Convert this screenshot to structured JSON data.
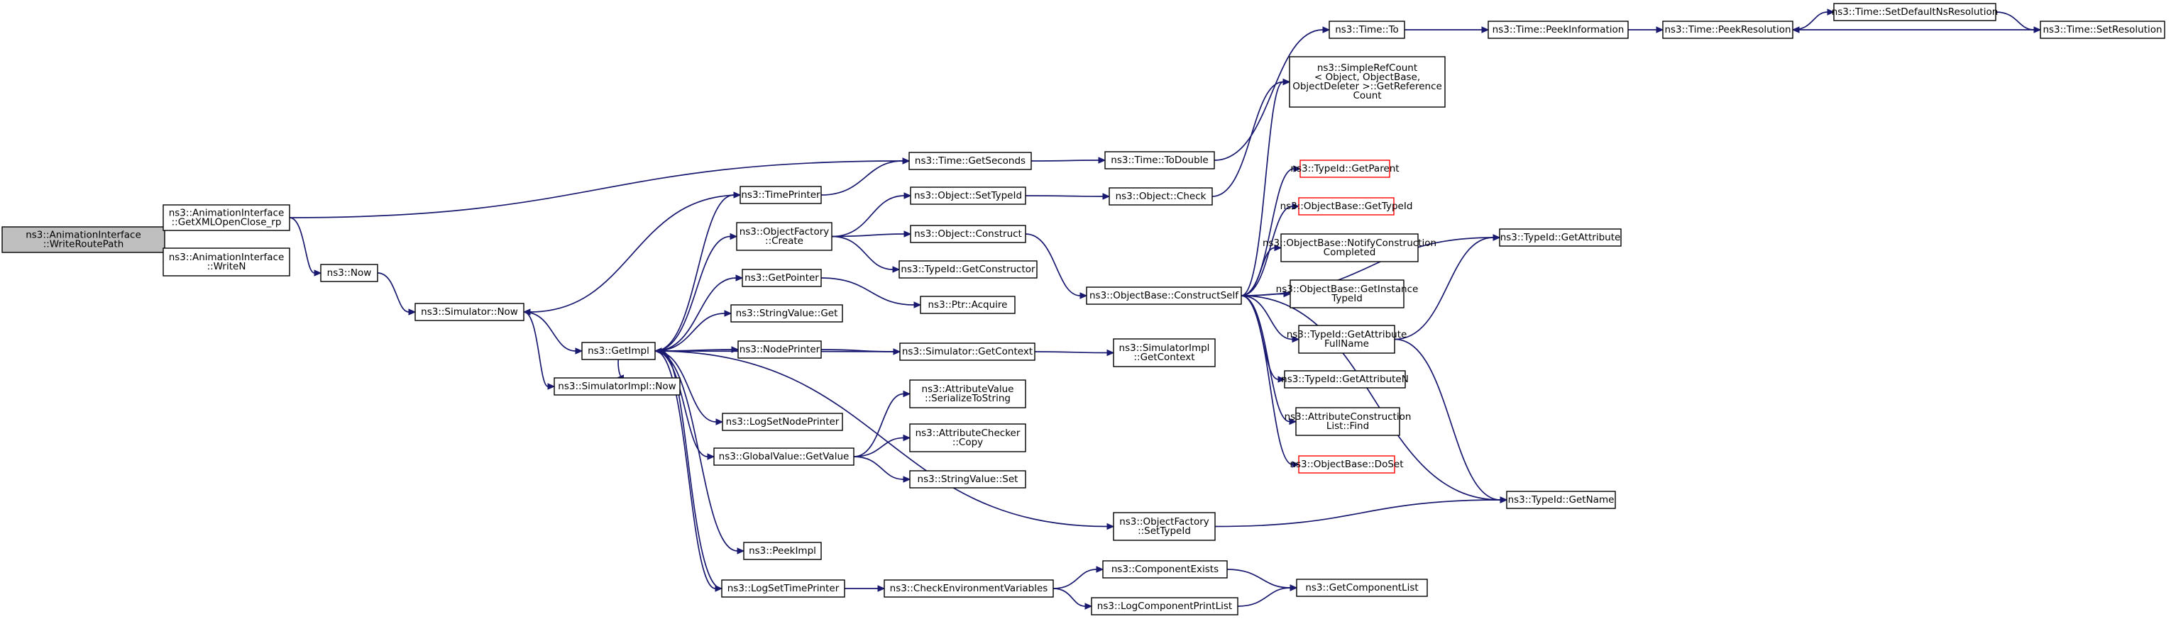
{
  "nodes": [
    {
      "id": "writeroutepath",
      "lines": [
        "ns3::AnimationInterface",
        "::WriteRoutePath"
      ],
      "style": "root"
    },
    {
      "id": "getxmlopenclose",
      "lines": [
        "ns3::AnimationInterface",
        "::GetXMLOpenClose_rp"
      ]
    },
    {
      "id": "writen",
      "lines": [
        "ns3::AnimationInterface",
        "::WriteN"
      ]
    },
    {
      "id": "now",
      "lines": [
        "ns3::Now"
      ]
    },
    {
      "id": "simulator_now",
      "lines": [
        "ns3::Simulator::Now"
      ]
    },
    {
      "id": "simulatorimpl_now",
      "lines": [
        "ns3::SimulatorImpl::Now"
      ]
    },
    {
      "id": "getimpl",
      "lines": [
        "ns3::GetImpl"
      ]
    },
    {
      "id": "timeprinter",
      "lines": [
        "ns3::TimePrinter"
      ]
    },
    {
      "id": "objectfactory_create",
      "lines": [
        "ns3::ObjectFactory",
        "::Create"
      ]
    },
    {
      "id": "getpointer",
      "lines": [
        "ns3::GetPointer"
      ]
    },
    {
      "id": "stringvalue_get",
      "lines": [
        "ns3::StringValue::Get"
      ]
    },
    {
      "id": "nodeprinter",
      "lines": [
        "ns3::NodePrinter"
      ]
    },
    {
      "id": "logsetnodeprinter",
      "lines": [
        "ns3::LogSetNodePrinter"
      ]
    },
    {
      "id": "globalvalue_getvalue",
      "lines": [
        "ns3::GlobalValue::GetValue"
      ]
    },
    {
      "id": "peekimpl",
      "lines": [
        "ns3::PeekImpl"
      ]
    },
    {
      "id": "logsettimeprinter",
      "lines": [
        "ns3::LogSetTimePrinter"
      ]
    },
    {
      "id": "time_getseconds",
      "lines": [
        "ns3::Time::GetSeconds"
      ]
    },
    {
      "id": "object_settypeid",
      "lines": [
        "ns3::Object::SetTypeId"
      ]
    },
    {
      "id": "object_construct",
      "lines": [
        "ns3::Object::Construct"
      ]
    },
    {
      "id": "typeid_getconstructor",
      "lines": [
        "ns3::TypeId::GetConstructor"
      ]
    },
    {
      "id": "ptr_acquire",
      "lines": [
        "ns3::Ptr::Acquire"
      ]
    },
    {
      "id": "simulator_getcontext",
      "lines": [
        "ns3::Simulator::GetContext"
      ]
    },
    {
      "id": "attributevalue_serialize",
      "lines": [
        "ns3::AttributeValue",
        "::SerializeToString"
      ]
    },
    {
      "id": "attributechecker_copy",
      "lines": [
        "ns3::AttributeChecker",
        "::Copy"
      ]
    },
    {
      "id": "stringvalue_set",
      "lines": [
        "ns3::StringValue::Set"
      ]
    },
    {
      "id": "objectfactory_settypeid",
      "lines": [
        "ns3::ObjectFactory",
        "::SetTypeId"
      ]
    },
    {
      "id": "checkenvvars",
      "lines": [
        "ns3::CheckEnvironmentVariables"
      ]
    },
    {
      "id": "time_todouble",
      "lines": [
        "ns3::Time::ToDouble"
      ]
    },
    {
      "id": "object_check",
      "lines": [
        "ns3::Object::Check"
      ]
    },
    {
      "id": "simulatorimpl_getcontext",
      "lines": [
        "ns3::SimulatorImpl",
        "::GetContext"
      ]
    },
    {
      "id": "componentexists",
      "lines": [
        "ns3::ComponentExists"
      ]
    },
    {
      "id": "logcomponentprintlist",
      "lines": [
        "ns3::LogComponentPrintList"
      ]
    },
    {
      "id": "time_to",
      "lines": [
        "ns3::Time::To"
      ]
    },
    {
      "id": "simplerefcount",
      "lines": [
        "ns3::SimpleRefCount",
        "< Object, ObjectBase,",
        "ObjectDeleter >::GetReference",
        "Count"
      ]
    },
    {
      "id": "objectbase_constructself",
      "lines": [
        "ns3::ObjectBase::ConstructSelf"
      ]
    },
    {
      "id": "typeid_getparent",
      "lines": [
        "ns3::TypeId::GetParent"
      ],
      "style": "red"
    },
    {
      "id": "objectbase_gettypeid",
      "lines": [
        "ns3::ObjectBase::GetTypeId"
      ],
      "style": "red"
    },
    {
      "id": "objectbase_notify",
      "lines": [
        "ns3::ObjectBase::NotifyConstruction",
        "Completed"
      ]
    },
    {
      "id": "objectbase_getinstancetypeid",
      "lines": [
        "ns3::ObjectBase::GetInstance",
        "TypeId"
      ]
    },
    {
      "id": "typeid_getattributefullname",
      "lines": [
        "ns3::TypeId::GetAttribute",
        "FullName"
      ]
    },
    {
      "id": "typeid_getattributen",
      "lines": [
        "ns3::TypeId::GetAttributeN"
      ]
    },
    {
      "id": "attributeconstructionlist_find",
      "lines": [
        "ns3::AttributeConstruction",
        "List::Find"
      ]
    },
    {
      "id": "objectbase_doset",
      "lines": [
        "ns3::ObjectBase::DoSet"
      ],
      "style": "red"
    },
    {
      "id": "getcomponentlist",
      "lines": [
        "ns3::GetComponentList"
      ]
    },
    {
      "id": "time_peekinformation",
      "lines": [
        "ns3::Time::PeekInformation"
      ]
    },
    {
      "id": "time_peekresolution",
      "lines": [
        "ns3::Time::PeekResolution"
      ]
    },
    {
      "id": "time_setdefaultnsresolution",
      "lines": [
        "ns3::Time::SetDefaultNsResolution"
      ]
    },
    {
      "id": "time_setresolution",
      "lines": [
        "ns3::Time::SetResolution"
      ]
    },
    {
      "id": "typeid_getattribute",
      "lines": [
        "ns3::TypeId::GetAttribute"
      ]
    },
    {
      "id": "typeid_getname",
      "lines": [
        "ns3::TypeId::GetName"
      ]
    }
  ],
  "edges": [
    [
      "writeroutepath",
      "getxmlopenclose"
    ],
    [
      "writeroutepath",
      "writen"
    ],
    [
      "getxmlopenclose",
      "time_getseconds"
    ],
    [
      "getxmlopenclose",
      "now"
    ],
    [
      "now",
      "simulator_now"
    ],
    [
      "simulator_now",
      "getimpl"
    ],
    [
      "simulator_now",
      "simulatorimpl_now"
    ],
    [
      "getimpl",
      "timeprinter"
    ],
    [
      "getimpl",
      "objectfactory_create"
    ],
    [
      "getimpl",
      "getpointer"
    ],
    [
      "getimpl",
      "stringvalue_get"
    ],
    [
      "getimpl",
      "nodeprinter"
    ],
    [
      "getimpl",
      "logsetnodeprinter"
    ],
    [
      "getimpl",
      "globalvalue_getvalue"
    ],
    [
      "getimpl",
      "objectfactory_settypeid"
    ],
    [
      "getimpl",
      "peekimpl"
    ],
    [
      "getimpl",
      "logsettimeprinter"
    ],
    [
      "getimpl",
      "simulatorimpl_now"
    ],
    [
      "timeprinter",
      "simulator_now"
    ],
    [
      "timeprinter",
      "time_getseconds"
    ],
    [
      "objectfactory_create",
      "object_settypeid"
    ],
    [
      "objectfactory_create",
      "object_construct"
    ],
    [
      "objectfactory_create",
      "typeid_getconstructor"
    ],
    [
      "getpointer",
      "ptr_acquire"
    ],
    [
      "nodeprinter",
      "simulator_getcontext"
    ],
    [
      "simulator_getcontext",
      "getimpl"
    ],
    [
      "simulator_getcontext",
      "simulatorimpl_getcontext"
    ],
    [
      "logsetnodeprinter",
      "logsetnodeprinter"
    ],
    [
      "globalvalue_getvalue",
      "attributevalue_serialize"
    ],
    [
      "globalvalue_getvalue",
      "attributechecker_copy"
    ],
    [
      "globalvalue_getvalue",
      "stringvalue_set"
    ],
    [
      "logsettimeprinter",
      "checkenvvars"
    ],
    [
      "logsettimeprinter",
      "getimpl"
    ],
    [
      "time_getseconds",
      "time_todouble"
    ],
    [
      "object_settypeid",
      "object_check"
    ],
    [
      "object_construct",
      "objectbase_constructself"
    ],
    [
      "objectfactory_settypeid",
      "typeid_getname"
    ],
    [
      "checkenvvars",
      "componentexists"
    ],
    [
      "checkenvvars",
      "logcomponentprintlist"
    ],
    [
      "time_todouble",
      "time_to"
    ],
    [
      "object_check",
      "simplerefcount"
    ],
    [
      "componentexists",
      "getcomponentlist"
    ],
    [
      "logcomponentprintlist",
      "getcomponentlist"
    ],
    [
      "time_to",
      "time_peekinformation"
    ],
    [
      "time_peekinformation",
      "time_peekresolution"
    ],
    [
      "time_peekresolution",
      "time_setdefaultnsresolution"
    ],
    [
      "time_setdefaultnsresolution",
      "time_setresolution"
    ],
    [
      "time_setresolution",
      "time_peekresolution"
    ],
    [
      "objectbase_constructself",
      "typeid_getparent"
    ],
    [
      "objectbase_constructself",
      "objectbase_gettypeid"
    ],
    [
      "objectbase_constructself",
      "objectbase_notify"
    ],
    [
      "objectbase_constructself",
      "objectbase_getinstancetypeid"
    ],
    [
      "objectbase_constructself",
      "typeid_getattributefullname"
    ],
    [
      "objectbase_constructself",
      "typeid_getattributen"
    ],
    [
      "objectbase_constructself",
      "attributeconstructionlist_find"
    ],
    [
      "objectbase_constructself",
      "objectbase_doset"
    ],
    [
      "objectbase_constructself",
      "typeid_getattribute"
    ],
    [
      "objectbase_constructself",
      "typeid_getname"
    ],
    [
      "objectbase_constructself",
      "simplerefcount"
    ],
    [
      "typeid_getattributefullname",
      "typeid_getattribute"
    ],
    [
      "typeid_getattributefullname",
      "typeid_getname"
    ]
  ],
  "colors": {
    "edge": "#191970",
    "node_border": "#000000",
    "highlight_border": "#ff0000",
    "root_fill": "#bfbfbf"
  }
}
